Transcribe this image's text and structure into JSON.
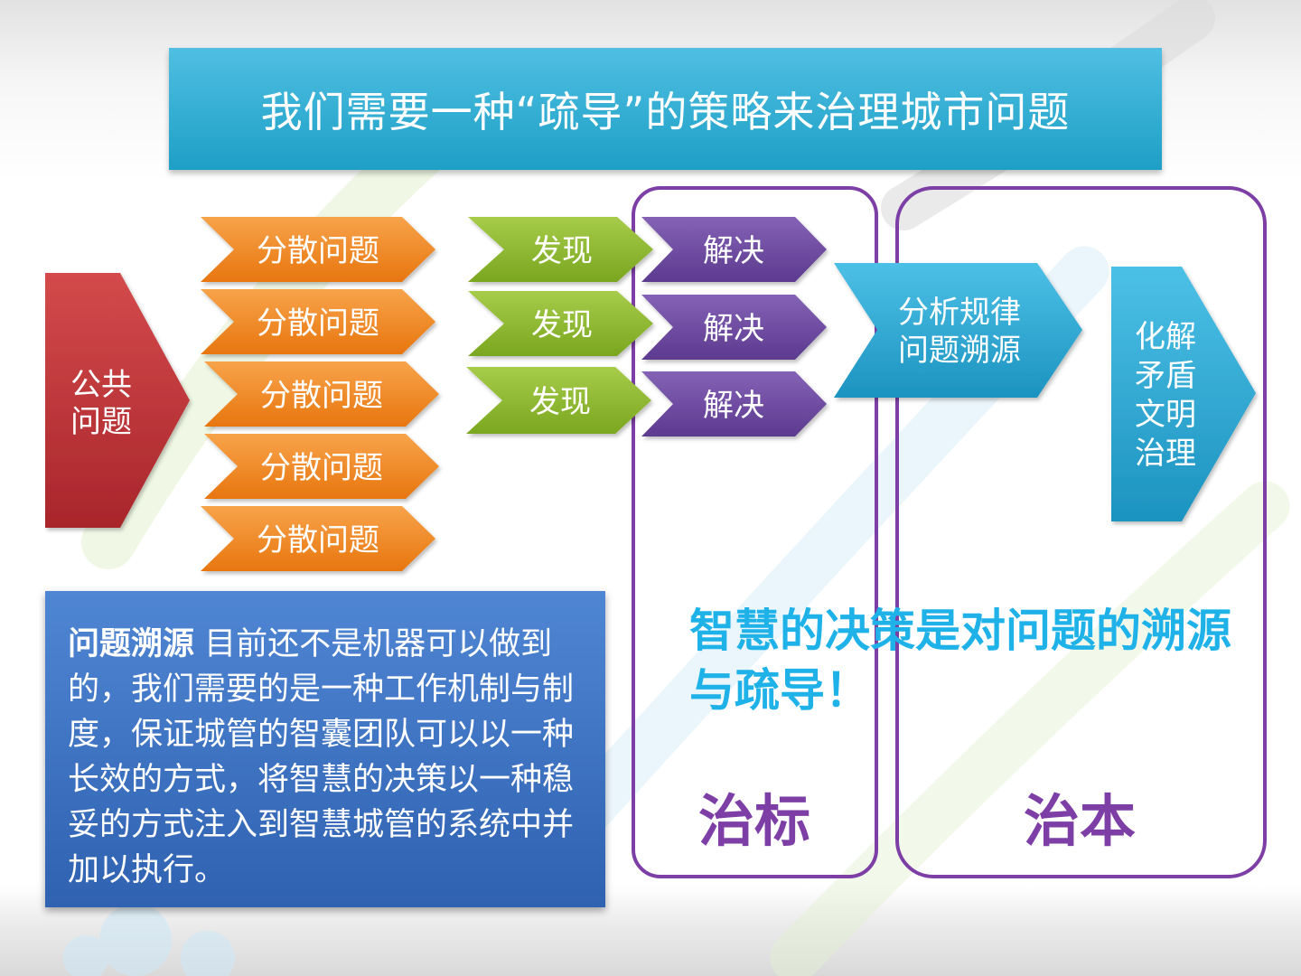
{
  "title": "我们需要一种“疏导”的策略来治理城市问题",
  "public_problem": [
    "公共",
    "问题"
  ],
  "scattered_problems": [
    "分散问题",
    "分散问题",
    "分散问题",
    "分散问题",
    "分散问题"
  ],
  "discover": [
    "发现",
    "发现",
    "发现"
  ],
  "solve": [
    "解决",
    "解决",
    "解决"
  ],
  "analysis": [
    "分析规律",
    "问题溯源"
  ],
  "resolve": [
    "化解",
    "矛盾",
    "文明",
    "治理"
  ],
  "description": {
    "bold": "问题溯源",
    "text": " 目前还不是机器可以做到的，我们需要的是一种工作机制与制度，保证城管的智囊团队可以以一种长效的方式，将智慧的决策以一种稳妥的方式注入到智慧城管的系统中并加以执行。"
  },
  "slogan": "智慧的决策是对问题的溯源与疏导！",
  "treat_symptom": "治标",
  "treat_root": "治本",
  "colors": {
    "title_bar": "#2aaad4",
    "red_arrow": "#c9383c",
    "orange_arrow": "#f08a1e",
    "green_arrow": "#8fba2e",
    "purple_arrow": "#6f4aa2",
    "teal_arrow": "#2ea7d2",
    "desc_box": "#3f74c4",
    "slogan": "#1fb2e8",
    "frame": "#7d3fa6"
  }
}
